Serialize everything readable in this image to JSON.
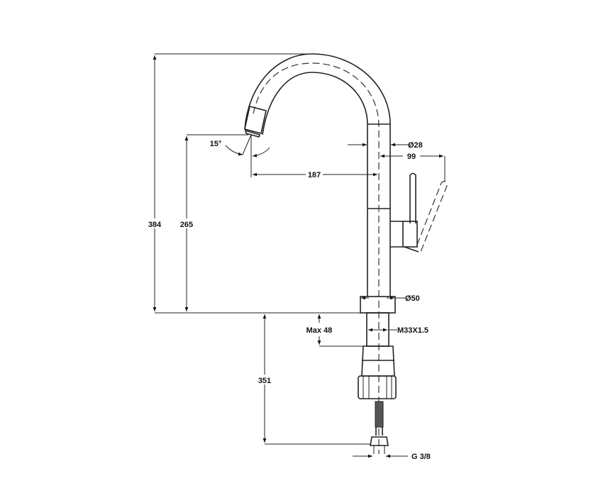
{
  "drawing": {
    "dimensions": {
      "total_height": "384",
      "spout_height": "265",
      "spout_reach": "187",
      "spout_angle": "15°",
      "spout_diameter": "Ø28",
      "handle_offset": "99",
      "base_diameter": "Ø50",
      "max_deck_thickness": "Max 48",
      "thread": "M33X1.5",
      "hose_length": "351",
      "hose_connection": "G 3/8"
    },
    "colors": {
      "line": "#222222",
      "background": "#ffffff"
    }
  }
}
